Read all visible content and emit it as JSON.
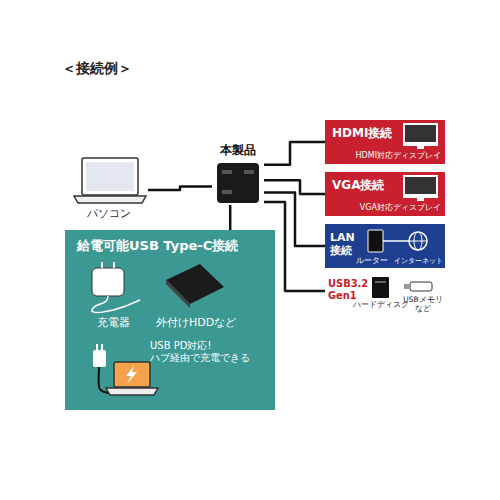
{
  "diagram": {
    "title": "＜接続例＞",
    "nodes": [
      {
        "text": [
          "パソコン"
        ]
      },
      {
        "text": [
          "本製品"
        ]
      },
      {
        "text": [
          "HDMI接続",
          "HDMI対応ディスプレイ"
        ]
      },
      {
        "text": [
          "VGA接続",
          "VGA対応ディスプレイ"
        ]
      },
      {
        "text": [
          "LAN 接続"
        ]
      },
      {
        "text": [
          "USB3.2 Gen1"
        ]
      },
      {
        "text": [
          "給電可能USB Type-C接続"
        ]
      }
    ],
    "edges": [
      {
        "from": 0,
        "to": 1,
        "arrow": "none"
      },
      {
        "from": 1,
        "to": 2,
        "arrow": "none"
      },
      {
        "from": 1,
        "to": 3,
        "arrow": "none"
      },
      {
        "from": 1,
        "to": 4,
        "arrow": "none"
      },
      {
        "from": 1,
        "to": 5,
        "arrow": "none"
      },
      {
        "from": 1,
        "to": 6,
        "arrow": "none"
      }
    ],
    "labels": [
      "ルーター",
      "インターネット",
      "ハードディスク",
      "USBメモリ など",
      "充電器",
      "外付けHDDなど",
      "USB PD対応! ハブ経由で充電できる"
    ]
  }
}
